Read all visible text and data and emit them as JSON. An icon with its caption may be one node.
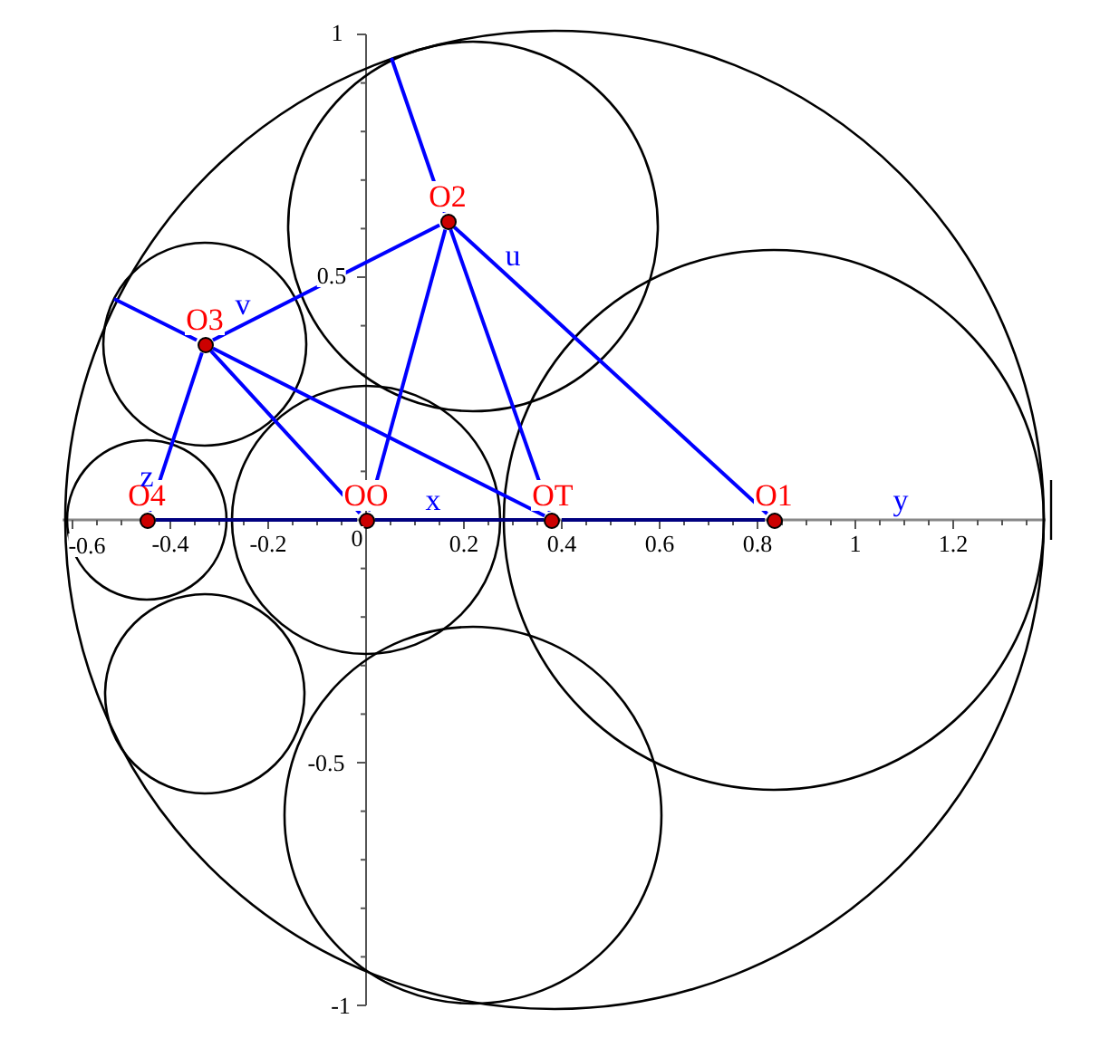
{
  "diagram": {
    "nodes": [
      {
        "text": [
          "O2"
        ]
      },
      {
        "text": [
          "O3"
        ]
      },
      {
        "text": [
          "O4"
        ]
      },
      {
        "text": [
          "OO"
        ]
      },
      {
        "text": [
          "OT"
        ]
      },
      {
        "text": [
          "O1"
        ]
      }
    ],
    "edges": [
      {
        "from": 0,
        "to": null,
        "arrow": "none"
      },
      {
        "from": 0,
        "to": 1,
        "arrow": "none"
      },
      {
        "from": 0,
        "to": 3,
        "arrow": "none"
      },
      {
        "from": 0,
        "to": 4,
        "arrow": "none"
      },
      {
        "from": 0,
        "to": 5,
        "arrow": "none"
      },
      {
        "from": 1,
        "to": null,
        "arrow": "none"
      },
      {
        "from": 1,
        "to": 2,
        "arrow": "none"
      },
      {
        "from": 1,
        "to": 3,
        "arrow": "none"
      },
      {
        "from": 1,
        "to": 4,
        "arrow": "none"
      },
      {
        "from": 2,
        "to": 3,
        "arrow": "none",
        "color": "#000080"
      },
      {
        "from": 3,
        "to": 4,
        "arrow": "none",
        "color": "#000080"
      },
      {
        "from": 4,
        "to": 5,
        "arrow": "none",
        "color": "#000080"
      }
    ],
    "labels": [
      "1",
      "u",
      "0.5",
      "v",
      "z",
      "x",
      "y",
      "-0.6",
      "-0.4",
      "-0.2",
      "0",
      "0.2",
      "0.4",
      "0.6",
      "0.8",
      "1",
      "1.2",
      "-0.5",
      "-1"
    ]
  }
}
